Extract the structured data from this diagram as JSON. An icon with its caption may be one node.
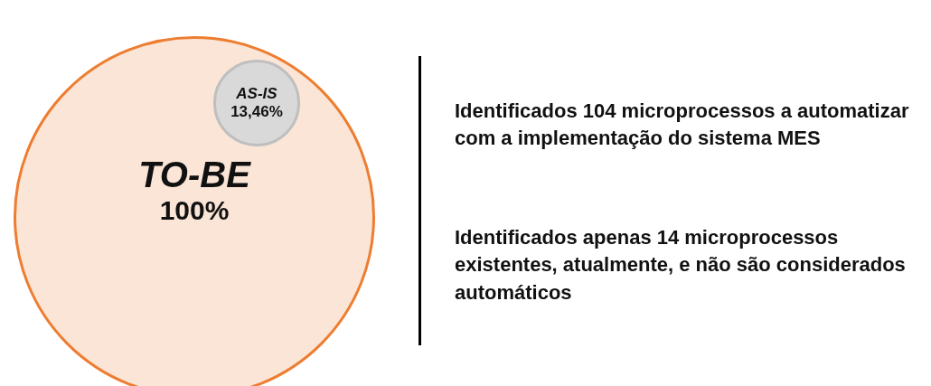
{
  "diagram": {
    "nodes": [
      {
        "text": [
          "TO-BE",
          "100%"
        ]
      },
      {
        "text": [
          "AS-IS",
          "13,46%"
        ],
        "in": 0
      }
    ],
    "labels": [
      "Identificados 104 microprocessos a automatizar com a implementação do sistema MES",
      "Identificados apenas 14 microprocessos existentes, atualmente, e não são considerados automáticos"
    ]
  }
}
